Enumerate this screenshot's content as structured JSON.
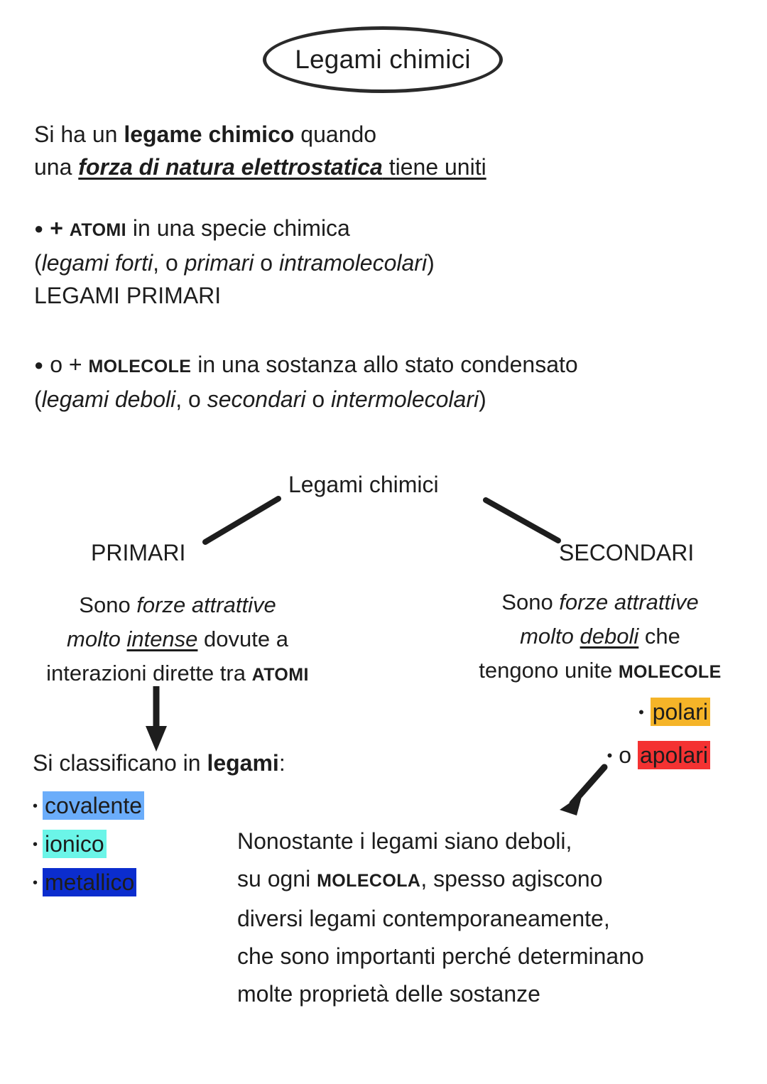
{
  "title": {
    "text": "Legami chimici"
  },
  "intro": {
    "line1_a": "Si ha un ",
    "line1_b": "legame chimico",
    "line1_c": " quando",
    "line2_a": "una ",
    "line2_b": "forza di natura elettrostatica",
    "line2_c": " tiene uniti"
  },
  "atomi_block": {
    "bullet": "●",
    "line1_a": " + ",
    "line1_b": "ATOMI",
    "line1_c": " in una specie chimica",
    "line2_a": "(",
    "line2_b": "legami forti",
    "line2_c": ", o ",
    "line2_d": "primari",
    "line2_e": " o ",
    "line2_f": "intramolecolari",
    "line2_g": ")",
    "line3": "LEGAMI PRIMARI"
  },
  "molecole_block": {
    "bullet": "●",
    "line1_a": " o + ",
    "line1_b": "MOLECOLE",
    "line1_c": " in una sostanza allo stato condensato",
    "line2_a": "(",
    "line2_b": "legami deboli",
    "line2_c": ", o ",
    "line2_d": "secondari",
    "line2_e": " o ",
    "line2_f": "intermolecolari",
    "line2_g": ")"
  },
  "tree": {
    "root": "Legami chimici",
    "left": "PRIMARI",
    "right": "SECONDARI"
  },
  "primari": {
    "l1_a": "Sono ",
    "l1_b": "forze attrattive",
    "l2_a": "molto ",
    "l2_b": "intense",
    "l2_c": " dovute a",
    "l3_a": "interazioni dirette tra ",
    "l3_b": "ATOMI"
  },
  "secondari": {
    "l1_a": "Sono ",
    "l1_b": "forze attrattive",
    "l2_a": "molto ",
    "l2_b": "deboli",
    "l2_c": " che",
    "l3_a": "tengono unite ",
    "l3_b": "MOLECOLE",
    "item1_dot": "•",
    "item1": "polari",
    "item2_dot": "•",
    "item2_pre": "o ",
    "item2": "apolari"
  },
  "classify": {
    "head_a": "Si classificano in ",
    "head_b": "legami",
    "head_c": ":",
    "dot": "•",
    "items": [
      {
        "label": "covalente",
        "color": "#6BADFA"
      },
      {
        "label": "ionico",
        "color": "#6BF5E8"
      },
      {
        "label": "metallico",
        "color": "#0B2DCE"
      }
    ]
  },
  "closing": {
    "l1": "Nonostante i legami siano deboli,",
    "l2_a": "su ogni ",
    "l2_b": "MOLECOLA",
    "l2_c": ", spesso agiscono",
    "l3": "diversi legami contemporaneamente,",
    "l4": "che sono importanti perché determinano",
    "l5": "molte proprietà delle sostanze"
  },
  "colors": {
    "ink": "#1d1d1d",
    "highlight_orange": "#F5B428",
    "highlight_red": "#F43232",
    "highlight_blue": "#6BADFA",
    "highlight_cyan": "#6BF5E8",
    "highlight_navy": "#0B2DCE"
  }
}
